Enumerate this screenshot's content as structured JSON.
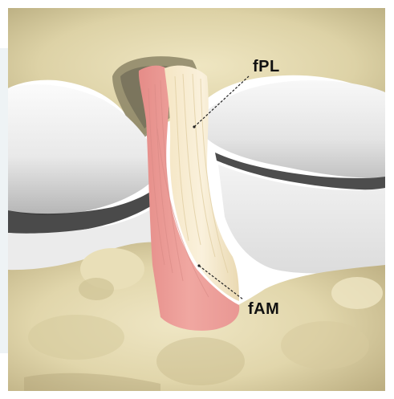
{
  "labels": {
    "fpl": "fPL",
    "fam": "fAM"
  },
  "colors": {
    "bone": "#e8dfb8",
    "bone_shadow": "#b8ab7c",
    "bone_dark": "#8f8358",
    "cartilage_white": "#f2f2f2",
    "cartilage_grey": "#bdbdbd",
    "fiber_cream": "#f1e6c9",
    "fiber_pink": "#ec9d98",
    "background": "#ffffff",
    "leader_line": "#222222",
    "label_text": "#111111"
  },
  "figure": {
    "structures": [
      "skull-base-bone",
      "left-cartilage",
      "right-cartilage",
      "lower-bone",
      "ligament-fpl-fibers",
      "ligament-fam-fibers"
    ]
  }
}
